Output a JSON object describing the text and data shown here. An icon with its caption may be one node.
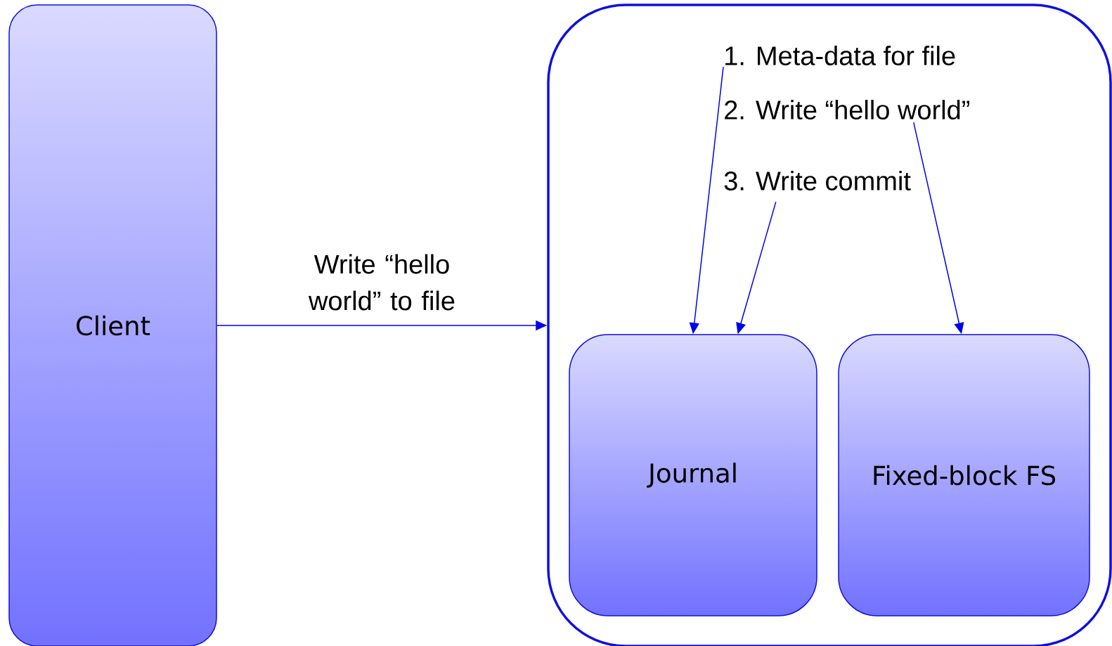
{
  "diagram": {
    "nodes": [
      {
        "text": [
          "Client"
        ]
      },
      {
        "text": [],
        "shape": "box"
      },
      {
        "text": [
          "Journal"
        ],
        "in": 1
      },
      {
        "text": [
          "Fixed-block FS"
        ],
        "in": 1
      },
      {
        "text": [
          "1. Meta-data for file"
        ],
        "in": 1
      },
      {
        "text": [
          "2. Write “hello world”"
        ],
        "in": 1
      },
      {
        "text": [
          "3. Write commit"
        ],
        "in": 1
      }
    ],
    "edges": [
      {
        "from": 0,
        "to": 1,
        "arrow": "to",
        "label": "Write “hello world” to file"
      },
      {
        "from": 4,
        "to": 2,
        "arrow": "to"
      },
      {
        "from": 6,
        "to": 2,
        "arrow": "to"
      },
      {
        "from": 5,
        "to": 3,
        "arrow": "to"
      }
    ]
  }
}
